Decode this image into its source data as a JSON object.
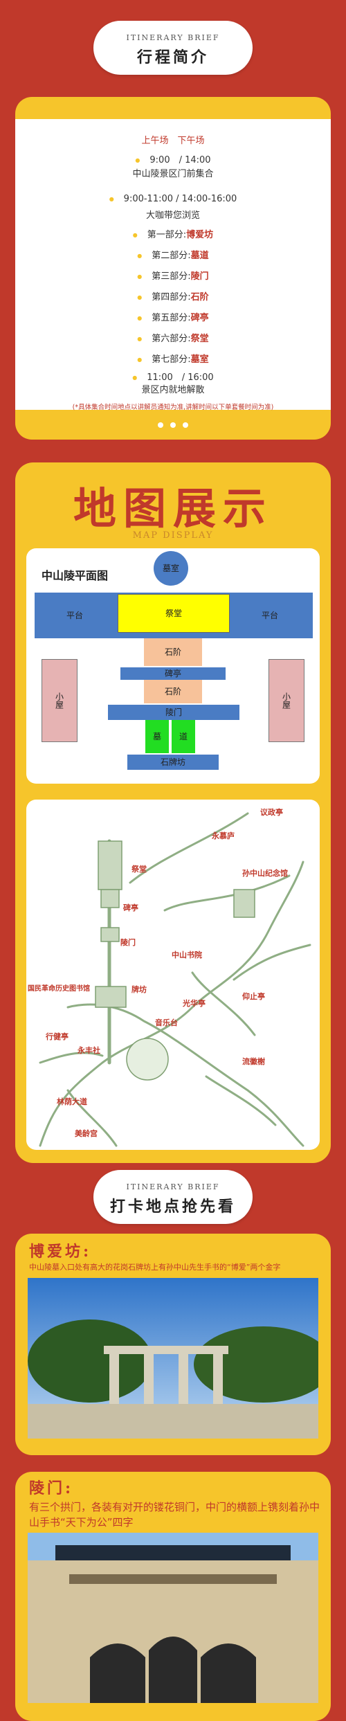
{
  "header1": {
    "en": "ITINERARY BRIEF",
    "cn": "行程简介"
  },
  "schedule": {
    "sessions": "上午场　下午场",
    "meet_time": "9:00　/ 14:00",
    "meet_place": "中山陵景区门前集合",
    "tour_time": "9:00-11:00 / 14:00-16:00",
    "tour_desc": "大咖带您浏览",
    "parts": [
      {
        "label": "第一部分:",
        "name": "博爱坊"
      },
      {
        "label": "第二部分:",
        "name": "墓道"
      },
      {
        "label": "第三部分:",
        "name": "陵门"
      },
      {
        "label": "第四部分:",
        "name": "石阶"
      },
      {
        "label": "第五部分:",
        "name": "碑亭"
      },
      {
        "label": "第六部分:",
        "name": "祭堂"
      },
      {
        "label": "第七部分:",
        "name": "墓室"
      }
    ],
    "end_time": "11:00　/ 16:00",
    "end_desc": "景区内就地解散",
    "note": "(*具体集合时间地点以讲解员通知为准,讲解时间以下单套餐时间为准)"
  },
  "map": {
    "title": "地图展示",
    "subtitle": "MAP DISPLAY",
    "plan": {
      "title": "中山陵平面图",
      "tomb": "墓室",
      "platform_left": "平台",
      "hall": "祭堂",
      "platform_right": "平台",
      "stairs1": "石阶",
      "pavilion": "碑亭",
      "stairs2": "石阶",
      "gate": "陵门",
      "path_a": "墓",
      "path_b": "道",
      "archway": "石牌坊",
      "house_left": "小屋",
      "house_right": "小屋"
    },
    "route_labels": [
      "议政亭",
      "永慕庐",
      "孙中山纪念馆",
      "祭堂",
      "碑亭",
      "陵门",
      "中山书院",
      "国民革命历史图书馆",
      "牌坊",
      "光华亭",
      "仰止亭",
      "音乐台",
      "行健亭",
      "永丰社",
      "流徽榭",
      "林荫大道",
      "美龄宫"
    ]
  },
  "header2": {
    "en": "ITINERARY BRIEF",
    "cn": "打卡地点抢先看"
  },
  "spots": [
    {
      "title": "博爱坊:",
      "desc": "中山陵墓入口处有高大的花岗石牌坊上有孙中山先生手书的“博爱”两个金字"
    },
    {
      "title": "陵门:",
      "desc": "有三个拱门，各装有对开的镂花铜门，中门的横额上镌刻着孙中山手书“天下为公”四字"
    }
  ],
  "colors": {
    "bg": "#c0392b",
    "accent": "#f6c52b"
  }
}
